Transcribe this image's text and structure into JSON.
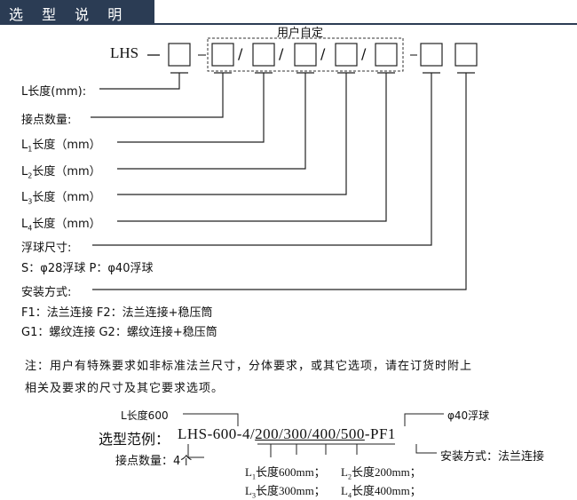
{
  "header": {
    "title": "选 型 说 明",
    "bg": "#2b3c54"
  },
  "code": {
    "prefix": "LHS",
    "dash": "—",
    "custom_label": "用户自定"
  },
  "fields": {
    "length": "L长度(mm):",
    "contacts": "接点数量:",
    "l1": "长度（mm）",
    "l2": "长度（mm）",
    "l3": "长度（mm）",
    "l4": "长度（mm）",
    "float_size": "浮球尺寸:",
    "float_options": "S：φ28浮球    P：φ40浮球",
    "mount": "安装方式:",
    "mount_line1": "F1：法兰连接    F2：法兰连接+稳压筒",
    "mount_line2": "G1：螺纹连接    G2：螺纹连接+稳压筒"
  },
  "note": {
    "line1": "注：用户有特殊要求如非标准法兰尺寸，分体要求，或其它选项，请在订货时附上",
    "line2": "相关及要求的尺寸及其它要求选项。"
  },
  "example": {
    "length_label": "L长度600",
    "float_label": "φ40浮球",
    "title": "选型范例：",
    "code_a": "LHS-600-4/",
    "code_b": "200/300/400/500",
    "code_c": "-PF1",
    "mount_label": "安装方式：法兰连接",
    "contacts_label": "接点数量：4个",
    "l1": "长度600mm；",
    "l2": "长度200mm；",
    "l3": "长度300mm；",
    "l4": "长度400mm；"
  }
}
